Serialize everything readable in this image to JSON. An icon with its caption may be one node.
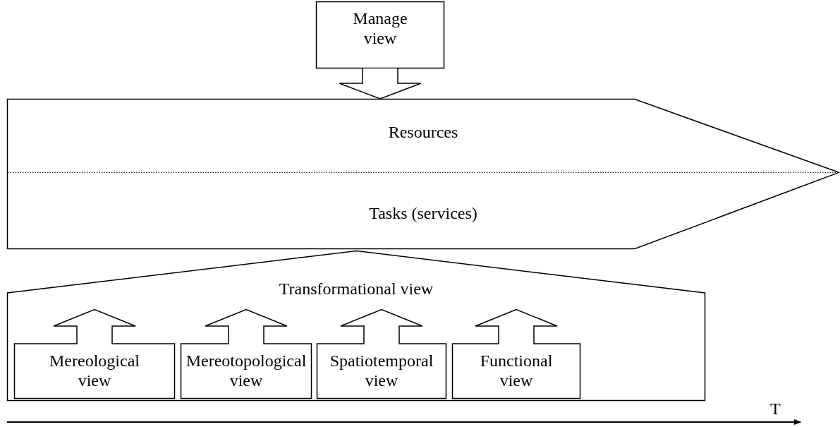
{
  "diagram": {
    "nodes": [
      {
        "text": [
          "Manage view"
        ]
      },
      {
        "text": [
          "Resources",
          "Tasks (services)"
        ]
      },
      {
        "text": [
          "Transformational view"
        ]
      },
      {
        "text": [
          "Mereological view"
        ],
        "in": 2
      },
      {
        "text": [
          "Mereotopological view"
        ],
        "in": 2
      },
      {
        "text": [
          "Spatiotemporal view"
        ],
        "in": 2
      },
      {
        "text": [
          "Functional view"
        ],
        "in": 2
      }
    ],
    "edges": [
      {
        "from": 0,
        "to": 1,
        "arrow": "to"
      }
    ],
    "labels": [
      "T"
    ]
  }
}
